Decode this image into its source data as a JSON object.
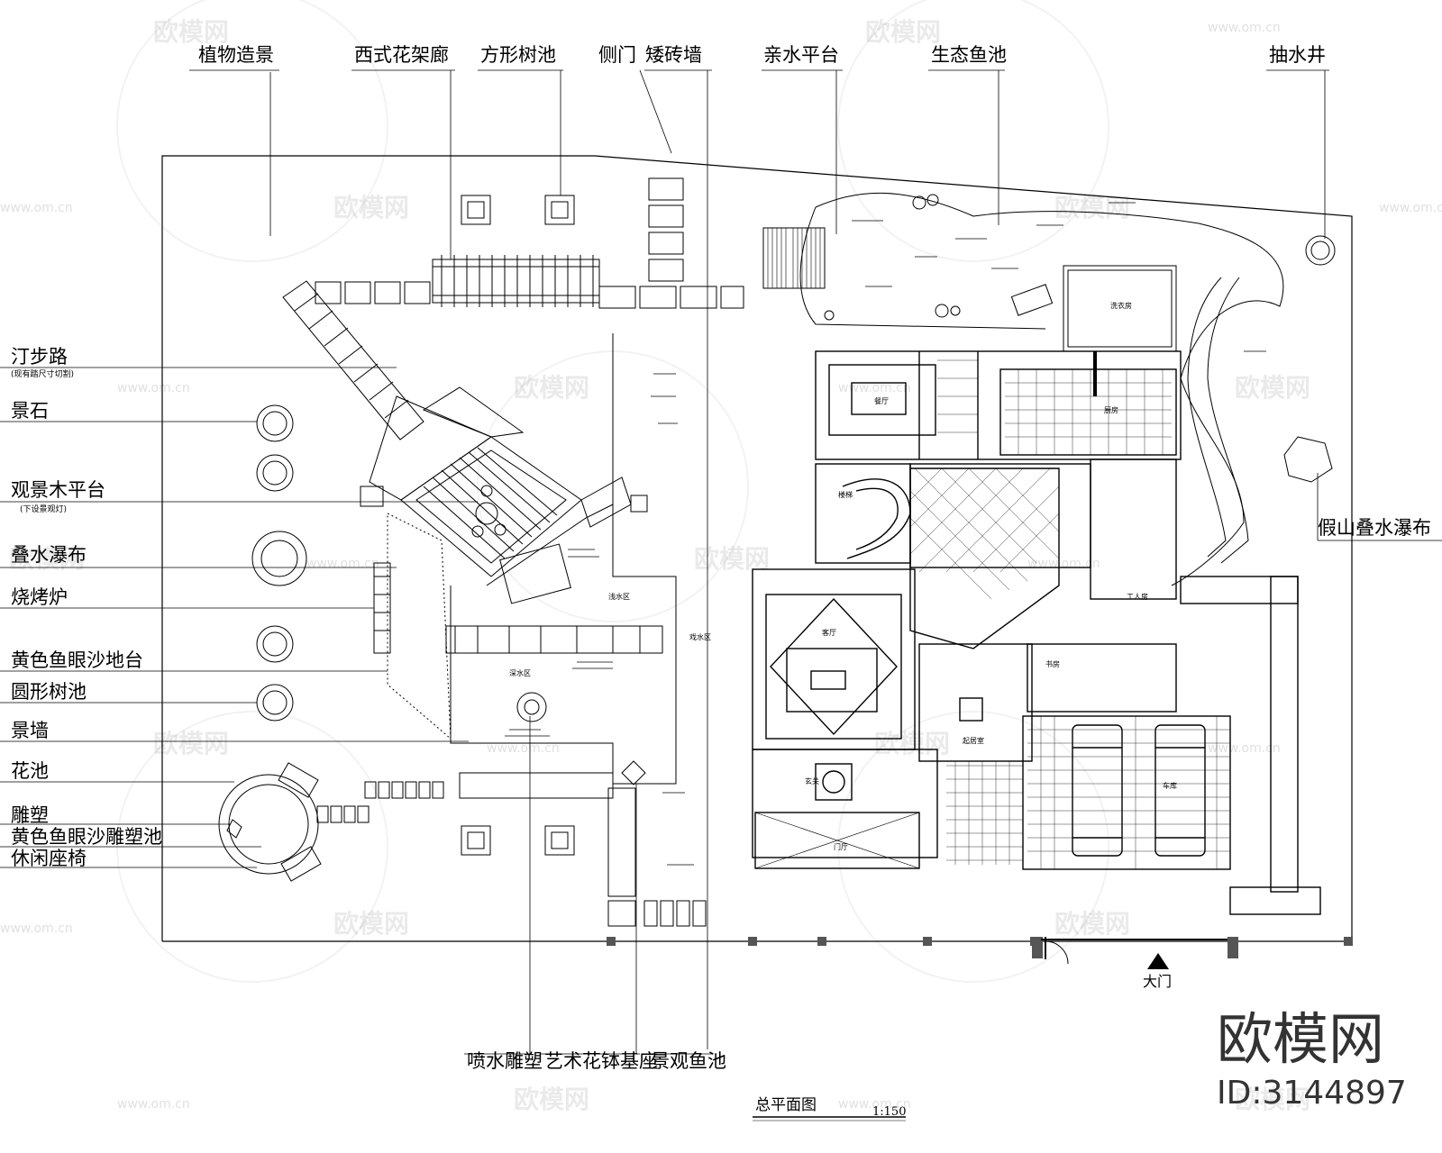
{
  "drawing": {
    "title": "总平面图",
    "scale": "1:150",
    "entrance": "大门"
  },
  "labels_top": [
    "植物造景",
    "西式花架廊",
    "方形树池",
    "侧门",
    "矮砖墙",
    "亲水平台",
    "生态鱼池",
    "抽水井"
  ],
  "labels_left": {
    "stepping_path": "汀步路",
    "stepping_path_note": "(现有踏尺寸切割)",
    "landscape_stone": "景石",
    "wood_platform": "观景木平台",
    "wood_platform_note": "(下设景观灯)",
    "cascade": "叠水瀑布",
    "bbq": "烧烤炉",
    "yellow_sand_platform": "黄色鱼眼沙地台",
    "round_tree_pool": "圆形树池",
    "feature_wall": "景墙",
    "flower_pool": "花池",
    "sculpture": "雕塑",
    "sculpture_pool": "黄色鱼眼沙雕塑池",
    "bench": "休闲座椅"
  },
  "labels_bottom": [
    "喷水雕塑",
    "艺术花钵基座",
    "景观鱼池"
  ],
  "label_right": "假山叠水瀑布",
  "rooms": {
    "dining": "餐厅",
    "kitchen": "厨房",
    "laundry": "洗衣房",
    "stair": "楼梯",
    "living": "客厅",
    "study": "书房",
    "lounge": "起居室",
    "garage": "车库",
    "worker": "工人房",
    "entry": "门厅",
    "foyer": "玄关",
    "shallow_water": "浅水区",
    "deep_water": "深水区",
    "play_water": "戏水区"
  },
  "watermark": {
    "brand": "欧模网",
    "url": "www.om.cn",
    "id": "ID:3144897"
  }
}
